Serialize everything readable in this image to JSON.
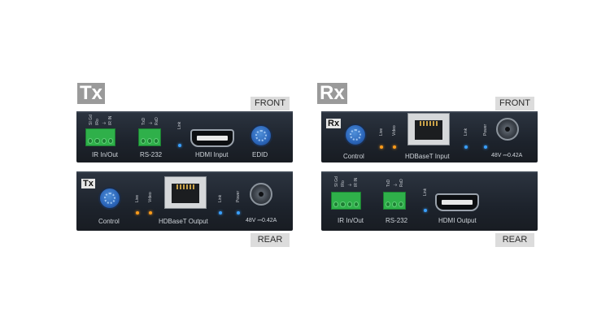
{
  "left": {
    "title": "Tx",
    "front": {
      "side_label": "FRONT",
      "ir": {
        "label": "IR In/Out",
        "pins": [
          "SI Gd",
          "IRo",
          "⏚",
          "IR IN"
        ]
      },
      "rs232": {
        "label": "RS-232",
        "pins": [
          "TxD",
          "⏚",
          "RxD"
        ]
      },
      "led_label": "Link",
      "hdmi_label": "HDMI Input",
      "edid_label": "EDID"
    },
    "rear": {
      "side_label": "REAR",
      "badge": "Tx",
      "control_label": "Control",
      "live_label": "Live",
      "video_label": "Video",
      "hdbaset_label": "HDBaseT Output",
      "link_label": "Link",
      "power_label": "Power",
      "power_spec": "48V ⎓0.42A"
    }
  },
  "right": {
    "title": "Rx",
    "front": {
      "side_label": "FRONT",
      "badge": "Rx",
      "control_label": "Control",
      "live_label": "Live",
      "video_label": "Video",
      "hdbaset_label": "HDBaseT Input",
      "link_label": "Link",
      "power_label": "Power",
      "power_spec": "48V ⎓0.42A"
    },
    "rear": {
      "side_label": "REAR",
      "ir": {
        "label": "IR In/Out",
        "pins": [
          "SI Gd",
          "IRo",
          "⏚",
          "IR IN"
        ]
      },
      "rs232": {
        "label": "RS-232",
        "pins": [
          "TxD",
          "⏚",
          "RxD"
        ]
      },
      "led_label": "Link",
      "hdmi_label": "HDMI Output"
    }
  },
  "colors": {
    "led_orange": "#ff9c1a",
    "led_blue": "#3aa0ff",
    "terminal_green": "#2fb04a",
    "knob_blue": "#2a64b8"
  }
}
